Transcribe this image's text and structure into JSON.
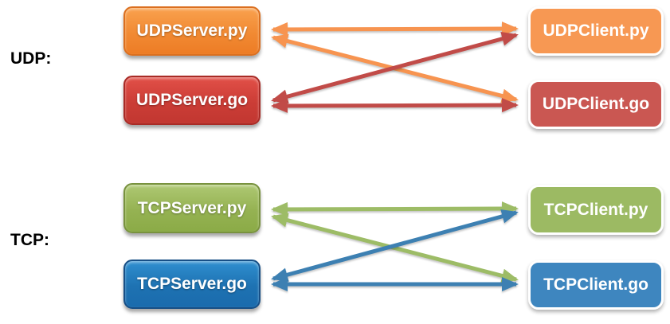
{
  "diagram": {
    "type": "client-server-compatibility-diagram",
    "sections": [
      {
        "label": "UDP:",
        "nodes": [
          {
            "label": "UDPServer.py",
            "role": "server",
            "language": "python",
            "color": "#ed7c25"
          },
          {
            "label": "UDPServer.go",
            "role": "server",
            "language": "go",
            "color": "#c23731"
          },
          {
            "label": "UDPClient.py",
            "role": "client",
            "language": "python",
            "color": "#f79853"
          },
          {
            "label": "UDPClient.go",
            "role": "client",
            "language": "go",
            "color": "#ca5752"
          }
        ],
        "connections": [
          {
            "from": "UDPServer.py",
            "to": "UDPClient.py",
            "bidirectional": true,
            "color": "#f79450"
          },
          {
            "from": "UDPServer.py",
            "to": "UDPClient.go",
            "bidirectional": true,
            "color": "#f79450"
          },
          {
            "from": "UDPServer.go",
            "to": "UDPClient.py",
            "bidirectional": true,
            "color": "#c14b48"
          },
          {
            "from": "UDPServer.go",
            "to": "UDPClient.go",
            "bidirectional": true,
            "color": "#c14b48"
          }
        ]
      },
      {
        "label": "TCP:",
        "nodes": [
          {
            "label": "TCPServer.py",
            "role": "server",
            "language": "python",
            "color": "#8bab47"
          },
          {
            "label": "TCPServer.go",
            "role": "server",
            "language": "go",
            "color": "#1a6bad"
          },
          {
            "label": "TCPClient.py",
            "role": "client",
            "language": "python",
            "color": "#9cba63"
          },
          {
            "label": "TCPClient.go",
            "role": "client",
            "language": "go",
            "color": "#3e86bf"
          }
        ],
        "connections": [
          {
            "from": "TCPServer.py",
            "to": "TCPClient.py",
            "bidirectional": true,
            "color": "#9dbc66"
          },
          {
            "from": "TCPServer.py",
            "to": "TCPClient.go",
            "bidirectional": true,
            "color": "#9dbc66"
          },
          {
            "from": "TCPServer.go",
            "to": "TCPClient.py",
            "bidirectional": true,
            "color": "#3d80b2"
          },
          {
            "from": "TCPServer.go",
            "to": "TCPClient.go",
            "bidirectional": true,
            "color": "#3d80b2"
          }
        ]
      }
    ]
  }
}
